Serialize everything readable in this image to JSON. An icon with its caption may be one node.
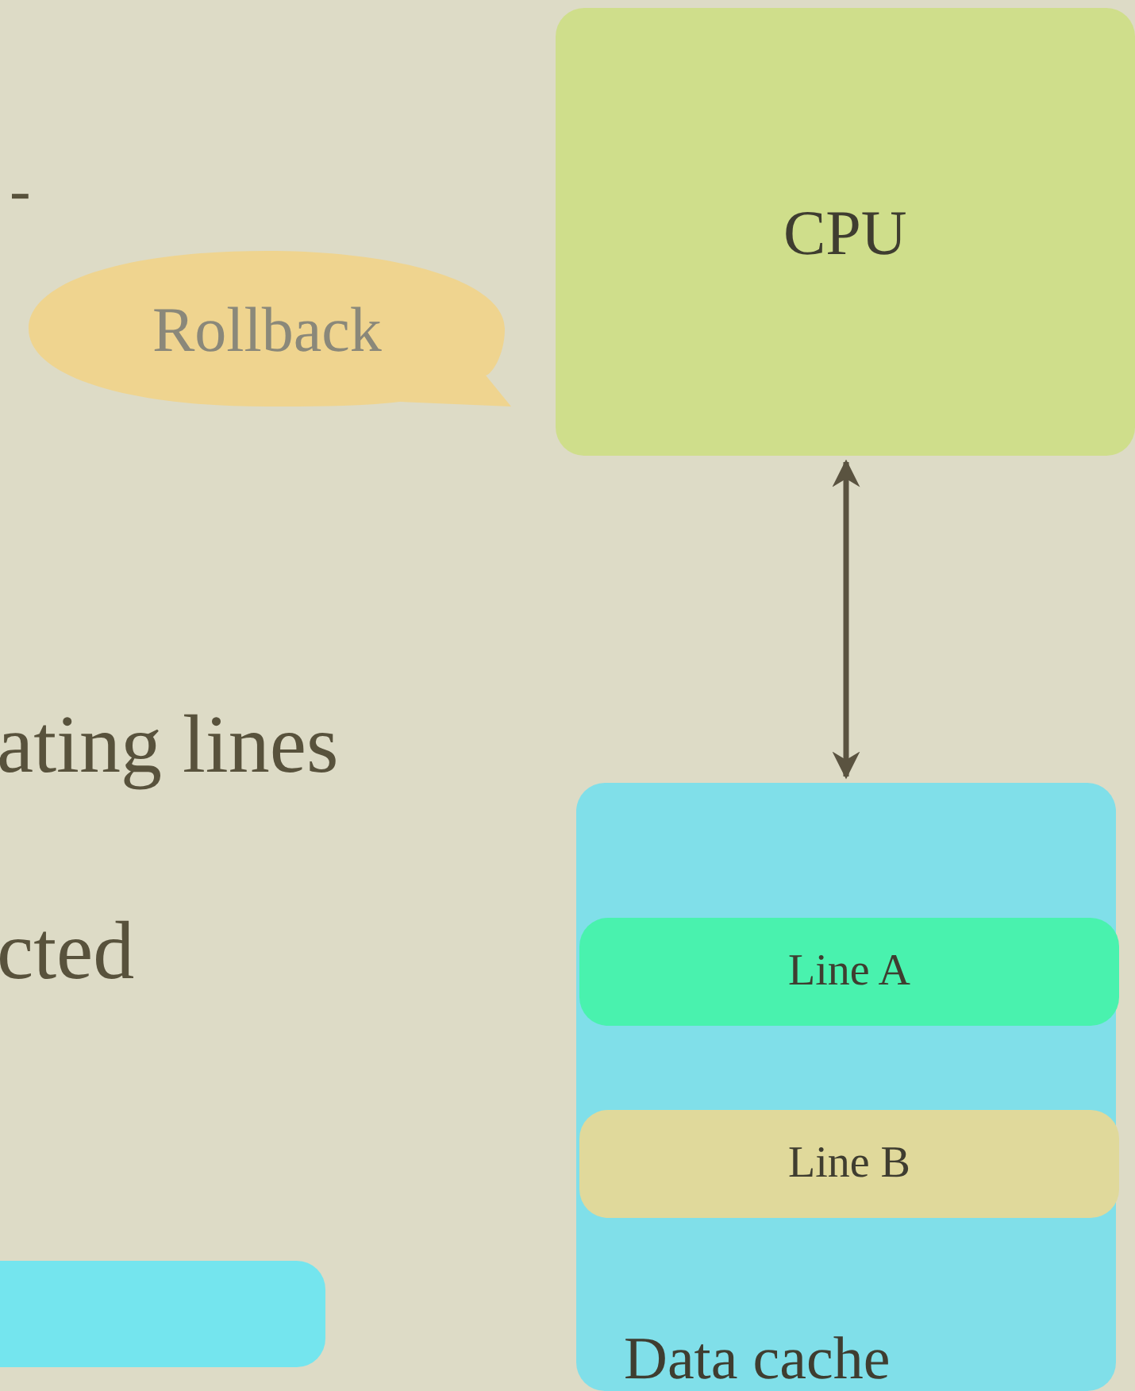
{
  "diagram": {
    "nodes": [
      {
        "text": [
          "Rollback"
        ]
      },
      {
        "text": [
          "CPU"
        ]
      },
      {
        "text": [
          "Data cache"
        ]
      },
      {
        "text": [
          "Line A"
        ],
        "in": 2
      },
      {
        "text": [
          "Line B"
        ],
        "in": 2
      },
      {
        "text": [],
        "shape": "bar"
      }
    ],
    "edges": [
      {
        "from": 1,
        "to": 2,
        "arrow": "both"
      }
    ],
    "labels": [
      "-",
      "ating lines",
      "cted"
    ]
  }
}
